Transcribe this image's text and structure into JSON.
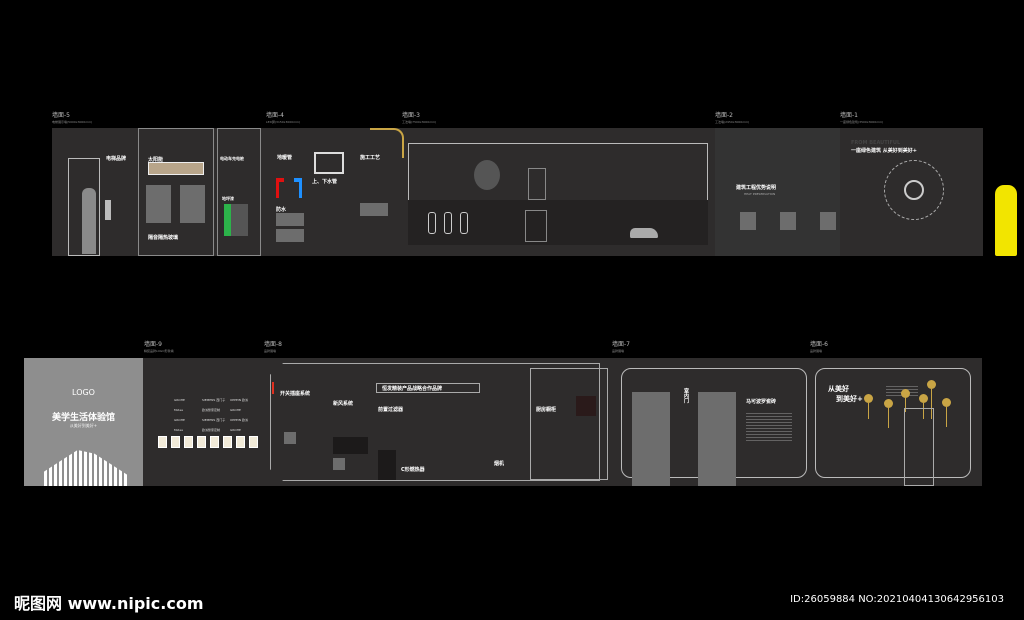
{
  "top_row": {
    "walls": [
      {
        "label": "墙面-5",
        "sub": "电梯展示墙(5000x3000mm)"
      },
      {
        "label": "墙面-4",
        "sub": "LED屏(3150x3000mm)"
      },
      {
        "label": "墙面-3",
        "sub": "工法墙(7500x3000mm)"
      },
      {
        "label": "墙面-2",
        "sub": "工法墙(2950x3000mm)"
      },
      {
        "label": "墙面-1",
        "sub": "一座绿色建筑(3500x3000mm)"
      }
    ],
    "elevator_title": "电梯品牌",
    "solar_title": "太阳能",
    "glass_title": "隔音隔热玻璃",
    "charger_title": "电动车充电桩",
    "floor_title": "地坪漆",
    "heating_title": "地暖管",
    "pipes_title": "上、下水管",
    "process_title": "施工工艺",
    "waterproof_title": "防水",
    "advantage_title": "建筑工程优势说明",
    "advantage_sub": "HEAT PRESERVATION",
    "green_en": "FROM BEAUTIFUL",
    "green_title": "一座绿色建筑  从美好到美好+"
  },
  "bottom_row": {
    "walls": [
      {
        "label": "墙面-9",
        "sub": "精装品牌LOGO形象墙"
      },
      {
        "label": "墙面-8",
        "sub": "品牌展墙"
      },
      {
        "label": "墙面-7",
        "sub": "品牌展墙"
      },
      {
        "label": "墙面-6",
        "sub": "品牌展墙"
      }
    ],
    "logo": "LOGO",
    "hall_title": "美学生活体验馆",
    "hall_slogan": "从美好到美好+",
    "brands": [
      "GROHE",
      "SIEMENS 西门子",
      "OPPEIN 欧派",
      "Midea",
      "欧派整家定制",
      "GROHE",
      "GROHE",
      "SIEMENS 西门子",
      "OPPEIN 欧派",
      "Midea",
      "欧派整家定制",
      "GROHE"
    ],
    "switch_title": "开关插座系统",
    "fresh_air_title": "新风系统",
    "partner_title": "恒发精装产品战略合作品牌",
    "filter_title": "前置过滤器",
    "heater_title": "C形燃热器",
    "hood_title": "烟机",
    "cabinet_title": "厨房橱柜",
    "door_title": "室内门",
    "tile_title": "马可波罗瓷砖",
    "slogan_line1": "从美好",
    "slogan_line2": "到美好+"
  },
  "watermark": {
    "site": "昵图网 www.nipic.com",
    "id": "ID:26059884 NO:20210404130642956103"
  },
  "colors": {
    "wall": "#2e2c2c",
    "accent_gold": "#c9a545",
    "figure_yellow": "#f2e500",
    "logo_panel": "#8e8e8e"
  }
}
